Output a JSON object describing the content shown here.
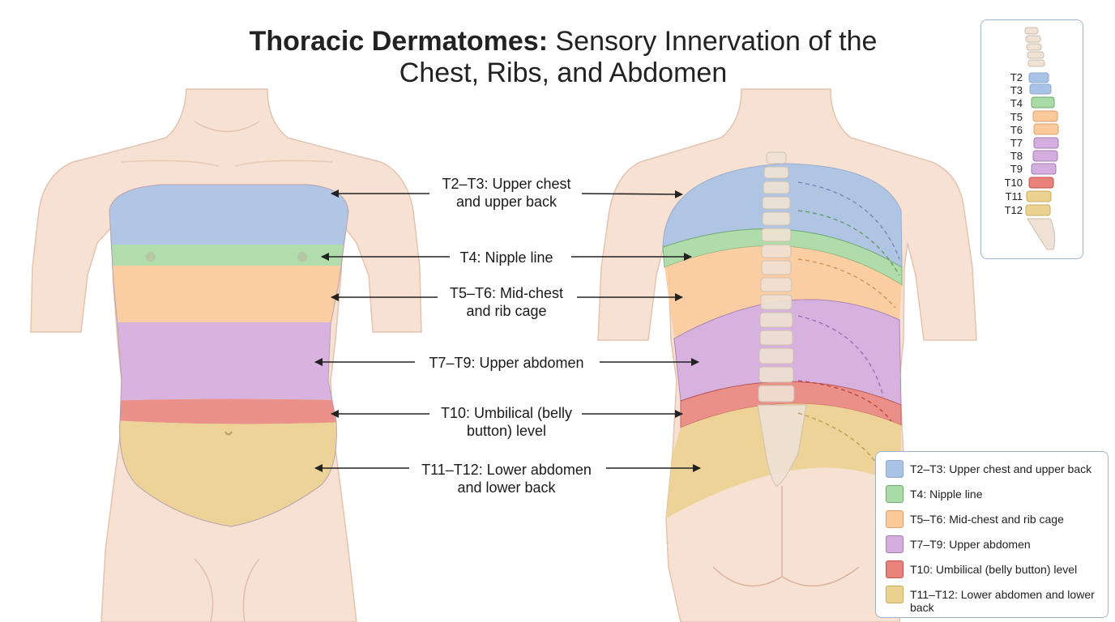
{
  "title": {
    "bold_part": "Thoracic Dermatomes:",
    "rest_line1": " Sensory Innervation of the",
    "line2": "Chest, Ribs, and Abdomen"
  },
  "colors": {
    "T2_T3": "#a9c3e6",
    "T4": "#a9dba7",
    "T5_T6": "#fbc99a",
    "T7_T9": "#d5aee0",
    "T10": "#e8837c",
    "T11_T12": "#ecd291",
    "skin": "#f7e1d2",
    "skin_outline": "#d9b5a0"
  },
  "callouts": [
    {
      "id": "t2t3",
      "line1": "T2–T3: Upper chest",
      "line2": "and upper back"
    },
    {
      "id": "t4",
      "line1": "T4: Nipple line",
      "line2": ""
    },
    {
      "id": "t5t6",
      "line1": "T5–T6: Mid-chest",
      "line2": "and rib cage"
    },
    {
      "id": "t7t9",
      "line1": "T7–T9: Upper abdomen",
      "line2": ""
    },
    {
      "id": "t10",
      "line1": "T10: Umbilical (belly",
      "line2": "button) level"
    },
    {
      "id": "t11t12",
      "line1": "T11–T12: Lower abdomen",
      "line2": "and lower back"
    }
  ],
  "spine_labels": [
    "T2",
    "T3",
    "T4",
    "T5",
    "T6",
    "T7",
    "T8",
    "T9",
    "T10",
    "T11",
    "T12"
  ],
  "legend": [
    {
      "label": "T2–T3: Upper chest and upper back",
      "color": "#a9c3e6"
    },
    {
      "label": "T4: Nipple line",
      "color": "#a9dba7"
    },
    {
      "label": "T5–T6: Mid-chest and rib cage",
      "color": "#fbc99a"
    },
    {
      "label": "T7–T9: Upper abdomen",
      "color": "#d5aee0"
    },
    {
      "label": "T10: Umbilical (belly button) level",
      "color": "#e8837c"
    },
    {
      "label": "T11–T12: Lower abdomen and lower back",
      "color": "#ecd291"
    }
  ]
}
